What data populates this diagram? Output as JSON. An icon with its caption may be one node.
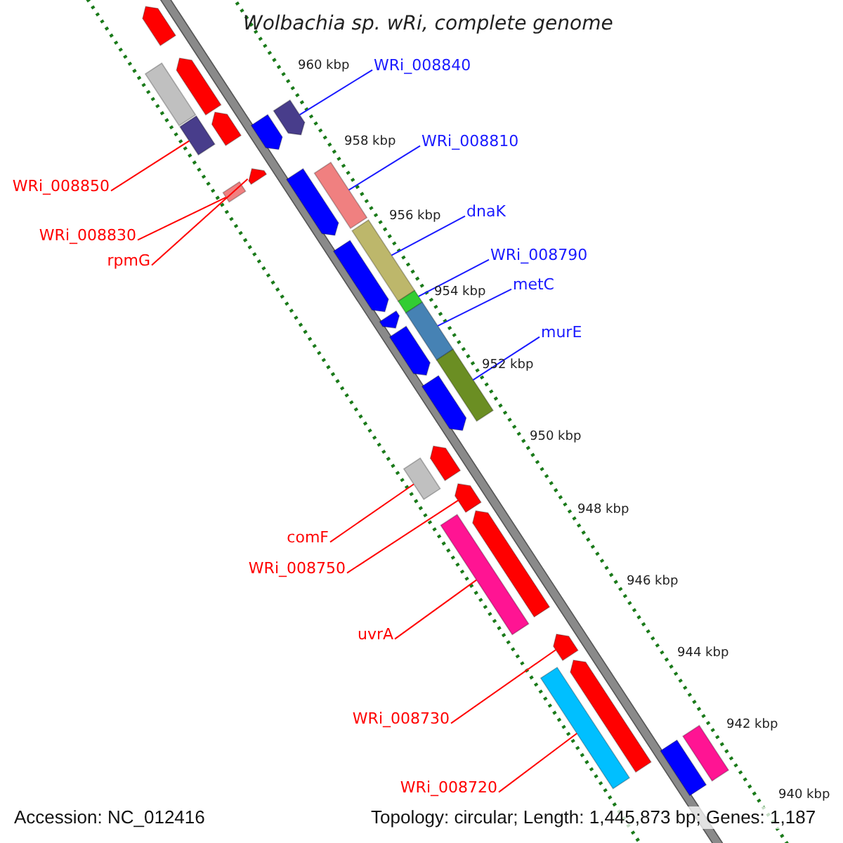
{
  "diagram": {
    "title": "Wolbachia sp. wRi, complete genome",
    "nodes": [
      {
        "text": [
          "WRi_008840"
        ]
      },
      {
        "text": [
          "WRi_008810"
        ]
      },
      {
        "text": [
          "WRi_008850"
        ]
      },
      {
        "text": [
          "dnaK"
        ]
      },
      {
        "text": [
          "WRi_008830"
        ]
      },
      {
        "text": [
          "WRi_008790"
        ]
      },
      {
        "text": [
          "rpmG"
        ]
      },
      {
        "text": [
          "metC"
        ]
      },
      {
        "text": [
          "murE"
        ]
      },
      {
        "text": [
          "comF"
        ]
      },
      {
        "text": [
          "WRi_008750"
        ]
      },
      {
        "text": [
          "uvrA"
        ]
      },
      {
        "text": [
          "WRi_008730"
        ]
      },
      {
        "text": [
          "WRi_008720"
        ]
      },
      {
        "text": [],
        "shape": "pentagon"
      },
      {
        "text": [],
        "shape": "bar"
      },
      {
        "text": [],
        "shape": "pentagon"
      },
      {
        "text": [],
        "shape": "bar"
      },
      {
        "text": [],
        "shape": "pentagon"
      },
      {
        "text": [],
        "shape": "pentagon"
      },
      {
        "text": [],
        "shape": "pentagon"
      },
      {
        "text": [],
        "shape": "pentagon"
      },
      {
        "text": [],
        "shape": "bar"
      },
      {
        "text": [],
        "shape": "pentagon"
      },
      {
        "text": [],
        "shape": "bar"
      },
      {
        "text": [],
        "shape": "bar"
      },
      {
        "text": [],
        "shape": "pentagon"
      },
      {
        "text": [],
        "shape": "bar"
      },
      {
        "text": [],
        "shape": "pentagon"
      },
      {
        "text": [],
        "shape": "bar"
      },
      {
        "text": [],
        "shape": "pentagon"
      },
      {
        "text": [],
        "shape": "bar"
      },
      {
        "text": [],
        "shape": "pentagon"
      },
      {
        "text": [],
        "shape": "pentagon"
      },
      {
        "text": [],
        "shape": "bar"
      },
      {
        "text": [],
        "shape": "pentagon"
      },
      {
        "text": [],
        "shape": "bar"
      },
      {
        "text": [],
        "shape": "pentagon"
      },
      {
        "text": [],
        "shape": "pentagon"
      },
      {
        "text": [],
        "shape": "pentagon"
      },
      {
        "text": [],
        "shape": "bar"
      },
      {
        "text": [],
        "shape": "bar"
      },
      {
        "text": [],
        "shape": "bar"
      }
    ],
    "edges": [
      {
        "from": 0,
        "to": 20,
        "arrow": "none",
        "color": "#1a1aff"
      },
      {
        "from": 1,
        "to": 24,
        "arrow": "none",
        "color": "#1a1aff"
      },
      {
        "from": 2,
        "to": 17,
        "arrow": "none"
      },
      {
        "from": 3,
        "to": 25,
        "arrow": "none",
        "color": "#1a1aff"
      },
      {
        "from": 4,
        "to": 22,
        "arrow": "none"
      },
      {
        "from": 5,
        "to": 27,
        "arrow": "none",
        "color": "#1a1aff"
      },
      {
        "from": 6,
        "to": 21,
        "arrow": "none"
      },
      {
        "from": 7,
        "to": 29,
        "arrow": "none",
        "color": "#1a1aff"
      },
      {
        "from": 8,
        "to": 31,
        "arrow": "none",
        "color": "#1a1aff"
      },
      {
        "from": 9,
        "to": 34,
        "arrow": "none"
      },
      {
        "from": 10,
        "to": 35,
        "arrow": "none"
      },
      {
        "from": 11,
        "to": 36,
        "arrow": "none"
      },
      {
        "from": 12,
        "to": 38,
        "arrow": "none"
      },
      {
        "from": 13,
        "to": 40,
        "arrow": "none"
      }
    ],
    "labels": [
      "960 kbp",
      "958 kbp",
      "956 kbp",
      "954 kbp",
      "952 kbp",
      "950 kbp",
      "948 kbp",
      "946 kbp",
      "944 kbp",
      "942 kbp",
      "940 kbp",
      "Accession: NC_012416",
      "Topology: circular; Length: 1,445,873 bp; Genes: 1,187"
    ]
  }
}
